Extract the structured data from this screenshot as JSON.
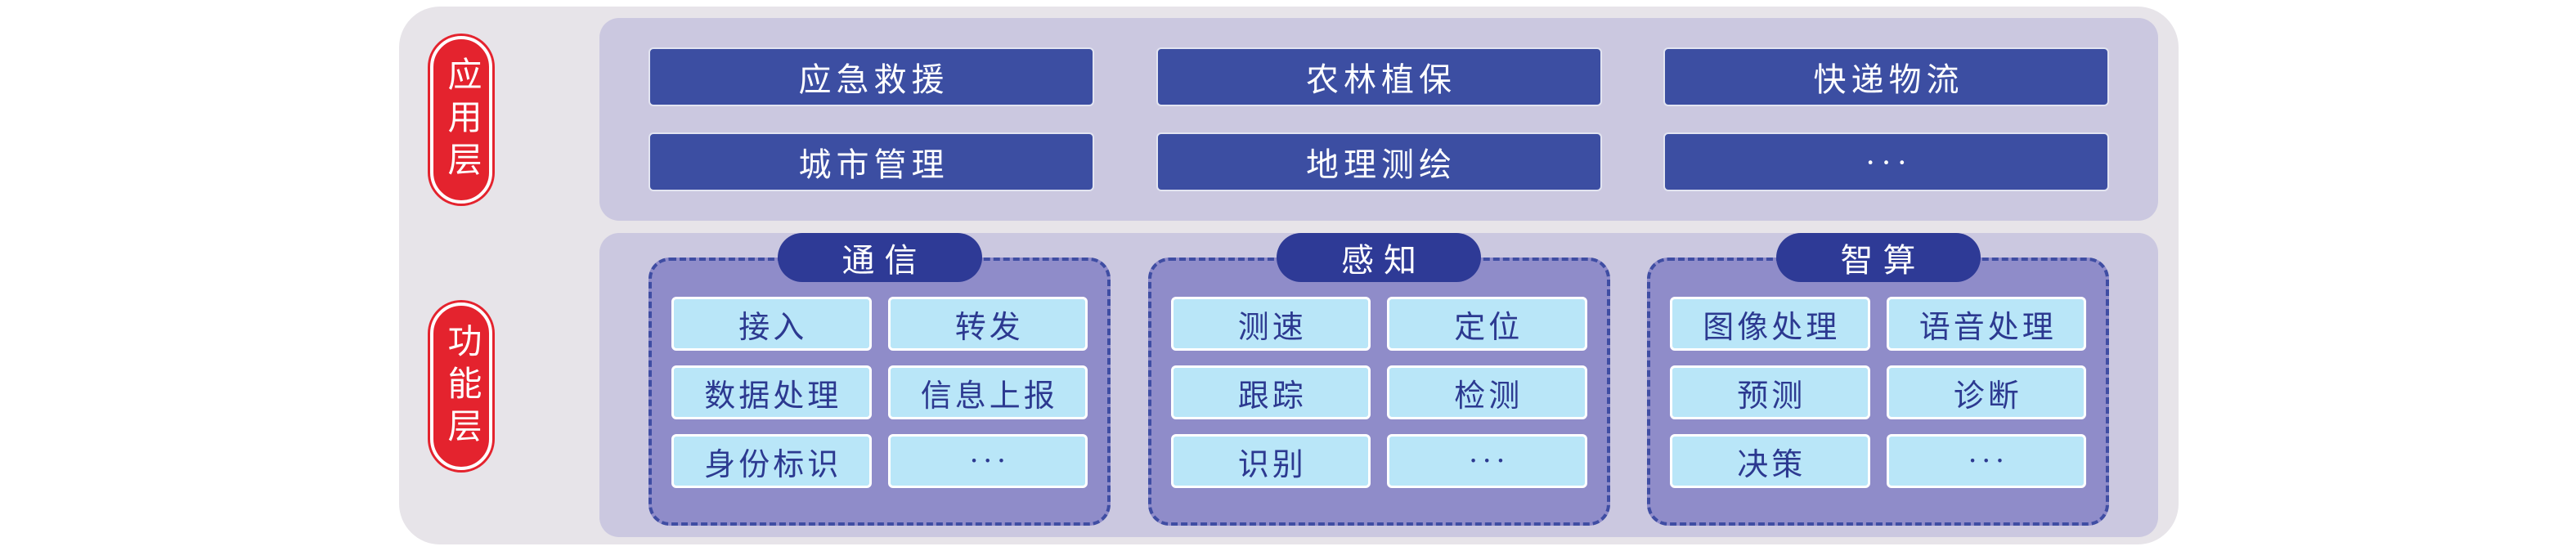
{
  "application_layer": {
    "label": "应用层",
    "items": [
      "应急救援",
      "农林植保",
      "快递物流",
      "城市管理",
      "地理测绘",
      "···"
    ]
  },
  "function_layer": {
    "label": "功能层",
    "groups": [
      {
        "title": "通信",
        "items": [
          "接入",
          "转发",
          "数据处理",
          "信息上报",
          "身份标识",
          "···"
        ]
      },
      {
        "title": "感知",
        "items": [
          "测速",
          "定位",
          "跟踪",
          "检测",
          "识别",
          "···"
        ]
      },
      {
        "title": "智算",
        "items": [
          "图像处理",
          "语音处理",
          "预测",
          "诊断",
          "决策",
          "···"
        ]
      }
    ]
  },
  "colors": {
    "layer_pill": "#e4232e",
    "app_box": "#3c4ea2",
    "group_header": "#2e3a96",
    "group_panel": "#8f8cc9",
    "panel_border": "#3f4da3",
    "item_box": "#b9e6f8",
    "item_text": "#2c3990",
    "section_bg": "#cbc8e0",
    "outer_bg": "#e7e4e9"
  }
}
